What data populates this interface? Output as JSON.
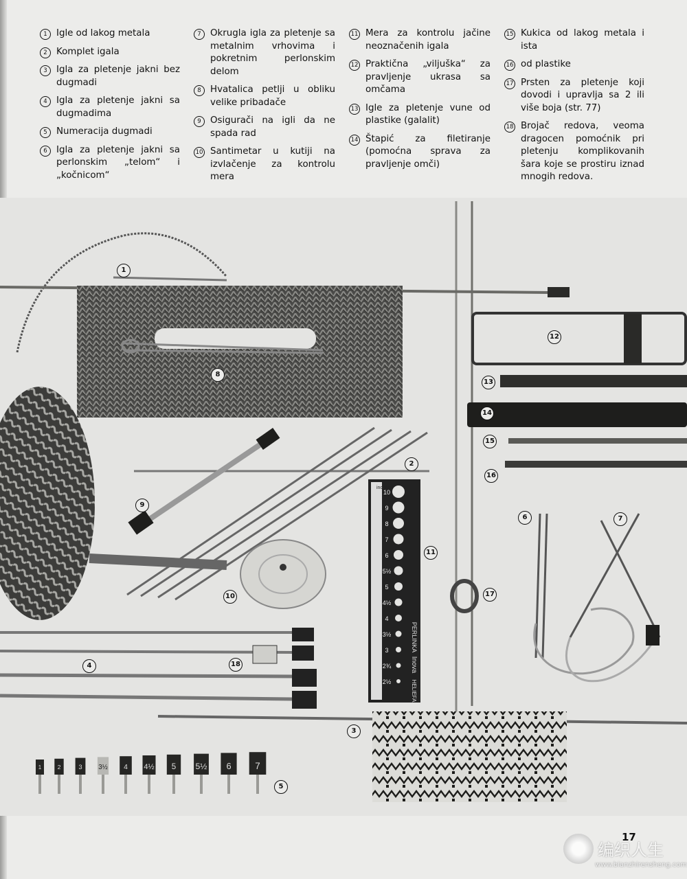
{
  "legend": {
    "columns": [
      [
        {
          "n": "1",
          "text": "Igle od lakog metala"
        },
        {
          "n": "2",
          "text": "Komplet igala"
        },
        {
          "n": "3",
          "text": "Igla za pletenje jakni bez dugmadi"
        },
        {
          "n": "4",
          "text": "Igla za pletenje jakni sa dugmadima"
        },
        {
          "n": "5",
          "text": "Numeracija dugmadi"
        },
        {
          "n": "6",
          "text": "Igla za pletenje jakni sa perlonskim „telom“ i „kočnicom“"
        }
      ],
      [
        {
          "n": "7",
          "text": "Okrugla igla za pletenje sa metalnim vrhovima i pokretnim perlonskim delom"
        },
        {
          "n": "8",
          "text": "Hvatalica petlji u obliku velike pribadače"
        },
        {
          "n": "9",
          "text": "Osigurači na igli da ne spada rad"
        },
        {
          "n": "10",
          "text": "Santimetar u kutiji na izvlačenje za kontrolu mera"
        }
      ],
      [
        {
          "n": "11",
          "text": "Mera za kontrolu jačine neoznačenih igala"
        },
        {
          "n": "12",
          "text": "Praktična „viljuška“ za pravljenje ukrasa sa omčama"
        },
        {
          "n": "13",
          "text": "Igle za pletenje vune od plastike (galalit)"
        },
        {
          "n": "14",
          "text": "Štapić za filetiranje (pomoćna sprava za pravljenje omči)"
        }
      ],
      [
        {
          "n": "15",
          "text": "Kukica od lakog metala i ista"
        },
        {
          "n": "16",
          "text": "od plastike"
        },
        {
          "n": "17",
          "text": "Prsten za pletenje koji dovodi i upravlja sa 2 ili više boja (str. 77)"
        },
        {
          "n": "18",
          "text": "Brojač redova, veoma dragocen pomoćnik pri pletenju komplikovanih šara koje se prostiru iznad mnogih redova."
        }
      ]
    ]
  },
  "photo_labels": [
    "1",
    "2",
    "3",
    "4",
    "5",
    "6",
    "7",
    "8",
    "9",
    "10",
    "11",
    "12",
    "13",
    "14",
    "15",
    "16",
    "17",
    "18"
  ],
  "gauge": {
    "top_label": "inches",
    "sizes": [
      "10",
      "9",
      "8",
      "7",
      "6",
      "5½",
      "5",
      "4½",
      "4",
      "3½",
      "3",
      "2¾",
      "2½"
    ],
    "brand": "PERLINKA",
    "script": "Inova",
    "maker": "HELIEFA"
  },
  "knobs": [
    "1",
    "2",
    "3",
    "3½",
    "4",
    "4½",
    "5",
    "5½",
    "6",
    "7"
  ],
  "page_number": "17",
  "watermark": {
    "title": "编织人生",
    "url": "www.bianzhirensheng.com"
  },
  "colors": {
    "paper": "#ececea",
    "photo_bg": "#e4e4e2",
    "ink": "#111111"
  }
}
